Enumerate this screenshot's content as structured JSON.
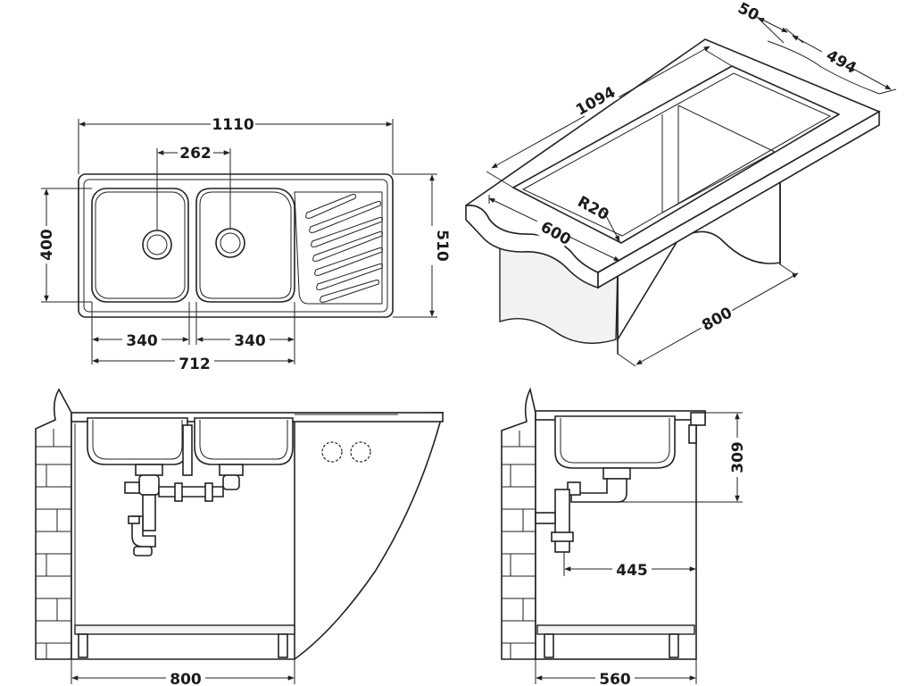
{
  "top_view": {
    "dim_total_width": "1110",
    "dim_drain_spacing": "262",
    "dim_bowl_depth": "400",
    "dim_total_depth": "510",
    "dim_bowl_left": "340",
    "dim_bowl_right": "340",
    "dim_bowls_span": "712"
  },
  "iso_view": {
    "dim_lip": "50",
    "dim_depth": "494",
    "dim_length": "1094",
    "dim_radius": "R20",
    "dim_width": "600",
    "dim_cabinet": "800"
  },
  "front_view": {
    "dim_cabinet_width": "800"
  },
  "side_view": {
    "dim_height": "309",
    "dim_trap_offset": "445",
    "dim_cabinet_depth": "560"
  }
}
